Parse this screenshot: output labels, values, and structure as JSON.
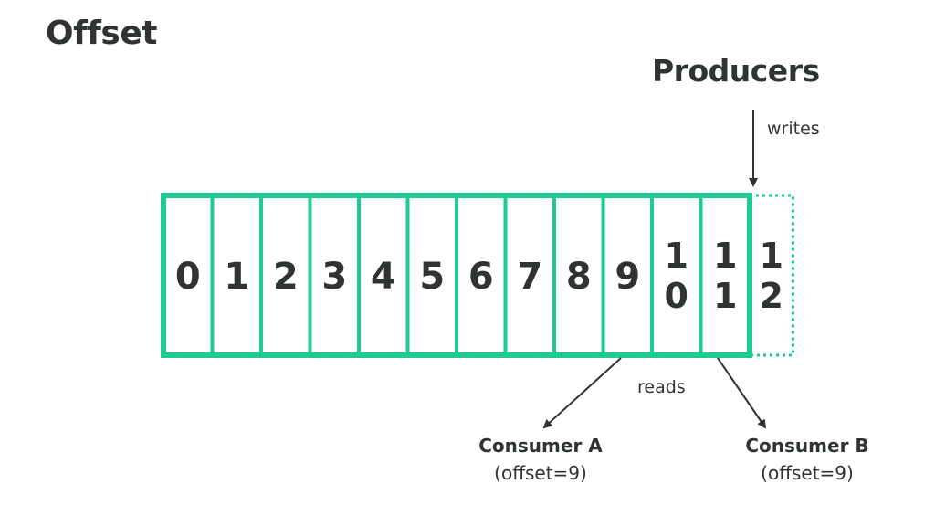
{
  "title": "Offset",
  "producers": {
    "label": "Producers",
    "writes_label": "writes"
  },
  "log": {
    "cells": [
      {
        "text": "0",
        "lines": [
          "0"
        ]
      },
      {
        "text": "1",
        "lines": [
          "1"
        ]
      },
      {
        "text": "2",
        "lines": [
          "2"
        ]
      },
      {
        "text": "3",
        "lines": [
          "3"
        ]
      },
      {
        "text": "4",
        "lines": [
          "4"
        ]
      },
      {
        "text": "5",
        "lines": [
          "5"
        ]
      },
      {
        "text": "6",
        "lines": [
          "6"
        ]
      },
      {
        "text": "7",
        "lines": [
          "7"
        ]
      },
      {
        "text": "8",
        "lines": [
          "8"
        ]
      },
      {
        "text": "9",
        "lines": [
          "9"
        ]
      },
      {
        "text": "10",
        "lines": [
          "1",
          "0"
        ]
      },
      {
        "text": "11",
        "lines": [
          "1",
          "1"
        ]
      },
      {
        "text": "12",
        "lines": [
          "1",
          "2"
        ],
        "pending": true
      }
    ],
    "border_color": "#1ecb92",
    "text_color": "#2f3433"
  },
  "reads_label": "reads",
  "consumers": [
    {
      "name": "Consumer A",
      "offset": "(offset=9)"
    },
    {
      "name": "Consumer B",
      "offset": "(offset=9)"
    }
  ]
}
